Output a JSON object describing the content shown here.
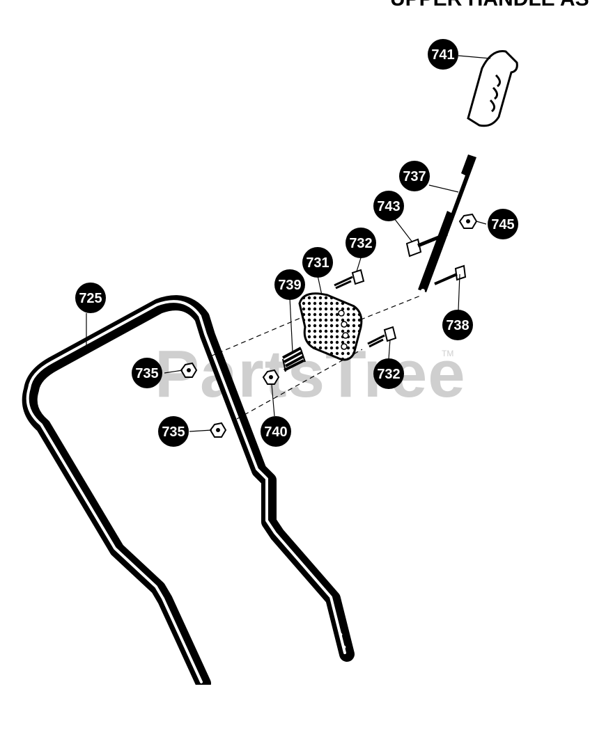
{
  "header": {
    "title": "UPPER HANDLE AS"
  },
  "watermark": {
    "brand": "PartsTree",
    "trademark": "TM"
  },
  "callouts": [
    {
      "id": "c741",
      "label": "741"
    },
    {
      "id": "c737",
      "label": "737"
    },
    {
      "id": "c743",
      "label": "743"
    },
    {
      "id": "c745",
      "label": "745"
    },
    {
      "id": "c732a",
      "label": "732"
    },
    {
      "id": "c731",
      "label": "731"
    },
    {
      "id": "c739",
      "label": "739"
    },
    {
      "id": "c725",
      "label": "725"
    },
    {
      "id": "c738",
      "label": "738"
    },
    {
      "id": "c735a",
      "label": "735"
    },
    {
      "id": "c732b",
      "label": "732"
    },
    {
      "id": "c735b",
      "label": "735"
    },
    {
      "id": "c740",
      "label": "740"
    }
  ],
  "colors": {
    "ink": "#000000",
    "paper": "#ffffff",
    "watermark": "#cfcfcf"
  }
}
